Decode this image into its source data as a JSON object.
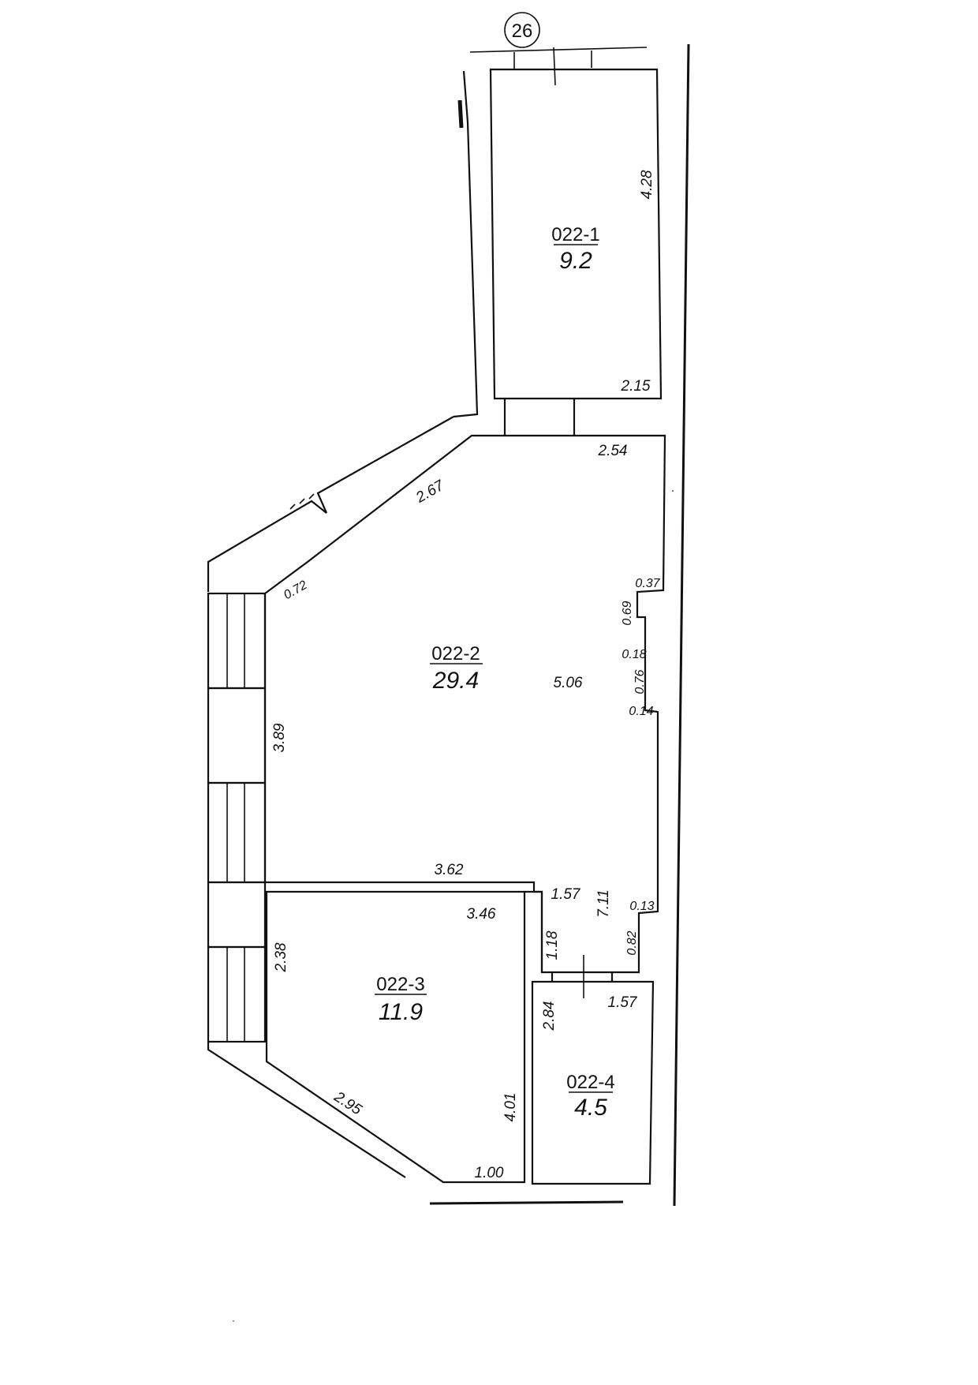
{
  "axis_marker": "26",
  "rooms": [
    {
      "code": "022-1",
      "area": "9.2"
    },
    {
      "code": "022-2",
      "area": "29.4"
    },
    {
      "code": "022-3",
      "area": "11.9"
    },
    {
      "code": "022-4",
      "area": "4.5"
    }
  ],
  "dimensions": {
    "r1_height": "4.28",
    "r1_width": "2.15",
    "r2_top": "2.54",
    "r2_diag": "2.67",
    "r2_corner": "0.72",
    "r2_left": "3.89",
    "r2_bottom": "3.62",
    "r2_right": "5.06",
    "r2_niche_a": "0.37",
    "r2_niche_b": "0.69",
    "r2_niche_c": "0.18",
    "r2_niche_d": "0.76",
    "r2_niche_e": "0.14",
    "r2_passage": "1.57",
    "r2_total": "7.11",
    "r2_step": "0.13",
    "r2_lower": "0.82",
    "r2_corridor": "1.18",
    "r3_top": "3.46",
    "r3_left": "2.38",
    "r3_diag": "2.95",
    "r3_right": "4.01",
    "r3_bottom": "1.00",
    "r4_left": "2.84",
    "r4_top": "1.57"
  }
}
